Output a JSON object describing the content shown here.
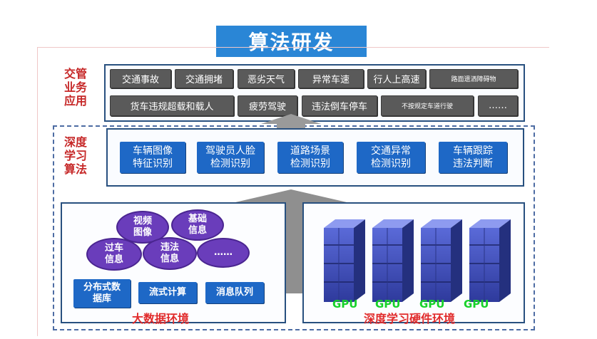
{
  "title": "算法研发",
  "labels": {
    "traffic": "交管业务应用",
    "deep_learning": "深度学习算法"
  },
  "traffic_row1": [
    "交通事故",
    "交通拥堵",
    "恶劣天气",
    "异常车速",
    "行人上高速",
    "路面遗洒障碍物"
  ],
  "traffic_row2": [
    "货车违规超载和载人",
    "疲劳驾驶",
    "违法倒车停车",
    "不按规定车道行驶",
    "……"
  ],
  "algorithms": [
    {
      "line1": "车辆图像",
      "line2": "特征识别"
    },
    {
      "line1": "驾驶员人脸",
      "line2": "检测识别"
    },
    {
      "line1": "道路场景",
      "line2": "检测识别"
    },
    {
      "line1": "交通异常",
      "line2": "检测识别"
    },
    {
      "line1": "车辆跟踪",
      "line2": "违法判断"
    }
  ],
  "bubbles": [
    {
      "line1": "视频",
      "line2": "图像"
    },
    {
      "line1": "基础",
      "line2": "信息"
    },
    {
      "line1": "过车",
      "line2": "信息"
    },
    {
      "line1": "违法",
      "line2": "信息"
    },
    {
      "line1": "……",
      "line2": ""
    }
  ],
  "bigdata_boxes": [
    {
      "line1": "分布式数",
      "line2": "据库"
    },
    {
      "line1": "流式计算",
      "line2": ""
    },
    {
      "line1": "消息队列",
      "line2": ""
    }
  ],
  "bigdata_label": "大数据环境",
  "gpu_labels": [
    "GPU",
    "GPU",
    "GPU",
    "GPU"
  ],
  "gpu_env_label": "深度学习硬件环境",
  "colors": {
    "title_bg": "#2a86d6",
    "section_label": "#c62828",
    "chip_bg": "#5a5a5a",
    "algo_bg": "#1e68c6",
    "bubble_bg": "#6a3dbb",
    "gpu_label": "#18d22a",
    "footer_label": "#e12b2b"
  },
  "icons": {
    "up_arrow": "up-arrow-icon",
    "server": "server-rack-icon"
  }
}
